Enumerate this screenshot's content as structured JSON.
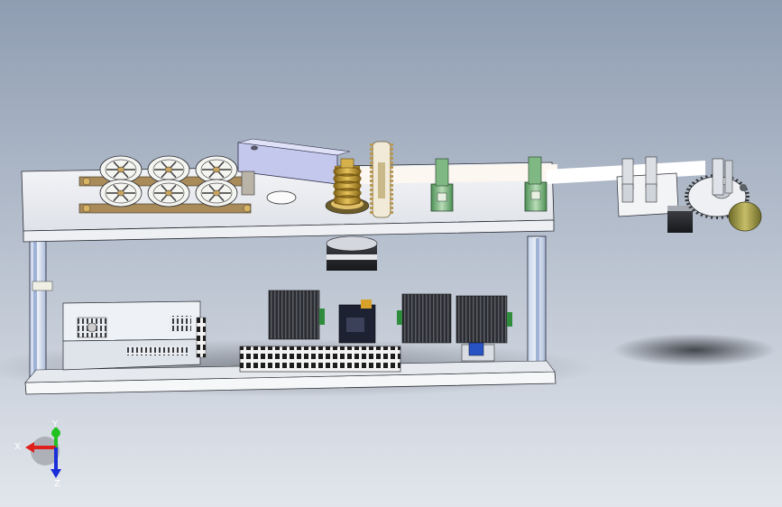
{
  "viewport": {
    "background_top": "#8f9db2",
    "background_bottom": "#e2e6ec"
  },
  "triad": {
    "x_label": "X",
    "y_label": "Y",
    "z_label": "Z",
    "x_color": "#e0201c",
    "y_color": "#22c122",
    "z_color": "#1a2ed8"
  },
  "model": {
    "components": [
      "frame-top-plate",
      "frame-bottom-plate",
      "frame-left-post",
      "frame-right-post",
      "straightening-roller-set",
      "wire-guide-arm",
      "spring-coil",
      "feed-gear",
      "guide-block-left",
      "guide-block-right",
      "cutter-head-assembly",
      "drive-gear",
      "stepper-motor",
      "spool-motor",
      "power-supply",
      "stepper-driver-1",
      "stepper-driver-2",
      "stepper-driver-3",
      "controller-board",
      "terminal-strip",
      "relay-module"
    ]
  }
}
